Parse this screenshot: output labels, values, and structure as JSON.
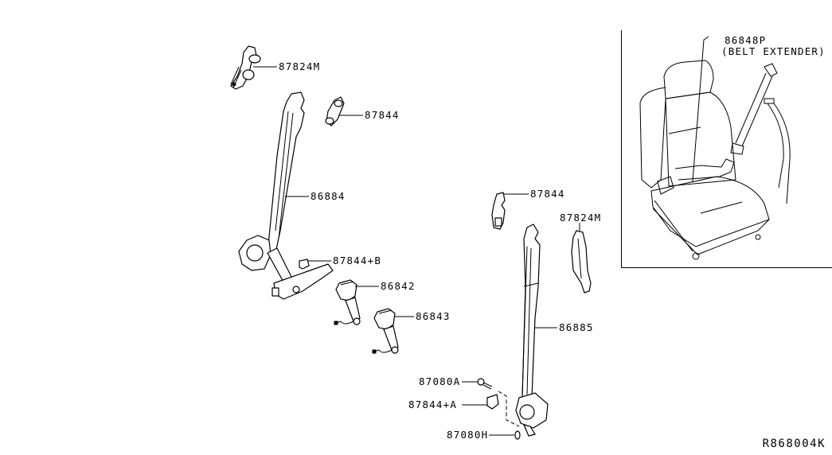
{
  "diagram": {
    "title_code": "R868004K",
    "parts": [
      {
        "id": "87824M",
        "label": "87824M"
      },
      {
        "id": "87844",
        "label": "87844"
      },
      {
        "id": "86884",
        "label": "86884"
      },
      {
        "id": "87844+B",
        "label": "87844+B"
      },
      {
        "id": "86842",
        "label": "86842"
      },
      {
        "id": "86843",
        "label": "86843"
      },
      {
        "id": "87844-right",
        "label": "87844"
      },
      {
        "id": "87824M-right",
        "label": "87824M"
      },
      {
        "id": "86885",
        "label": "86885"
      },
      {
        "id": "87080A",
        "label": "87080A"
      },
      {
        "id": "87844+A",
        "label": "87844+A"
      },
      {
        "id": "87080H",
        "label": "87080H"
      }
    ],
    "inset": {
      "part_number": "86848P",
      "part_name": "(BELT EXTENDER)"
    }
  }
}
